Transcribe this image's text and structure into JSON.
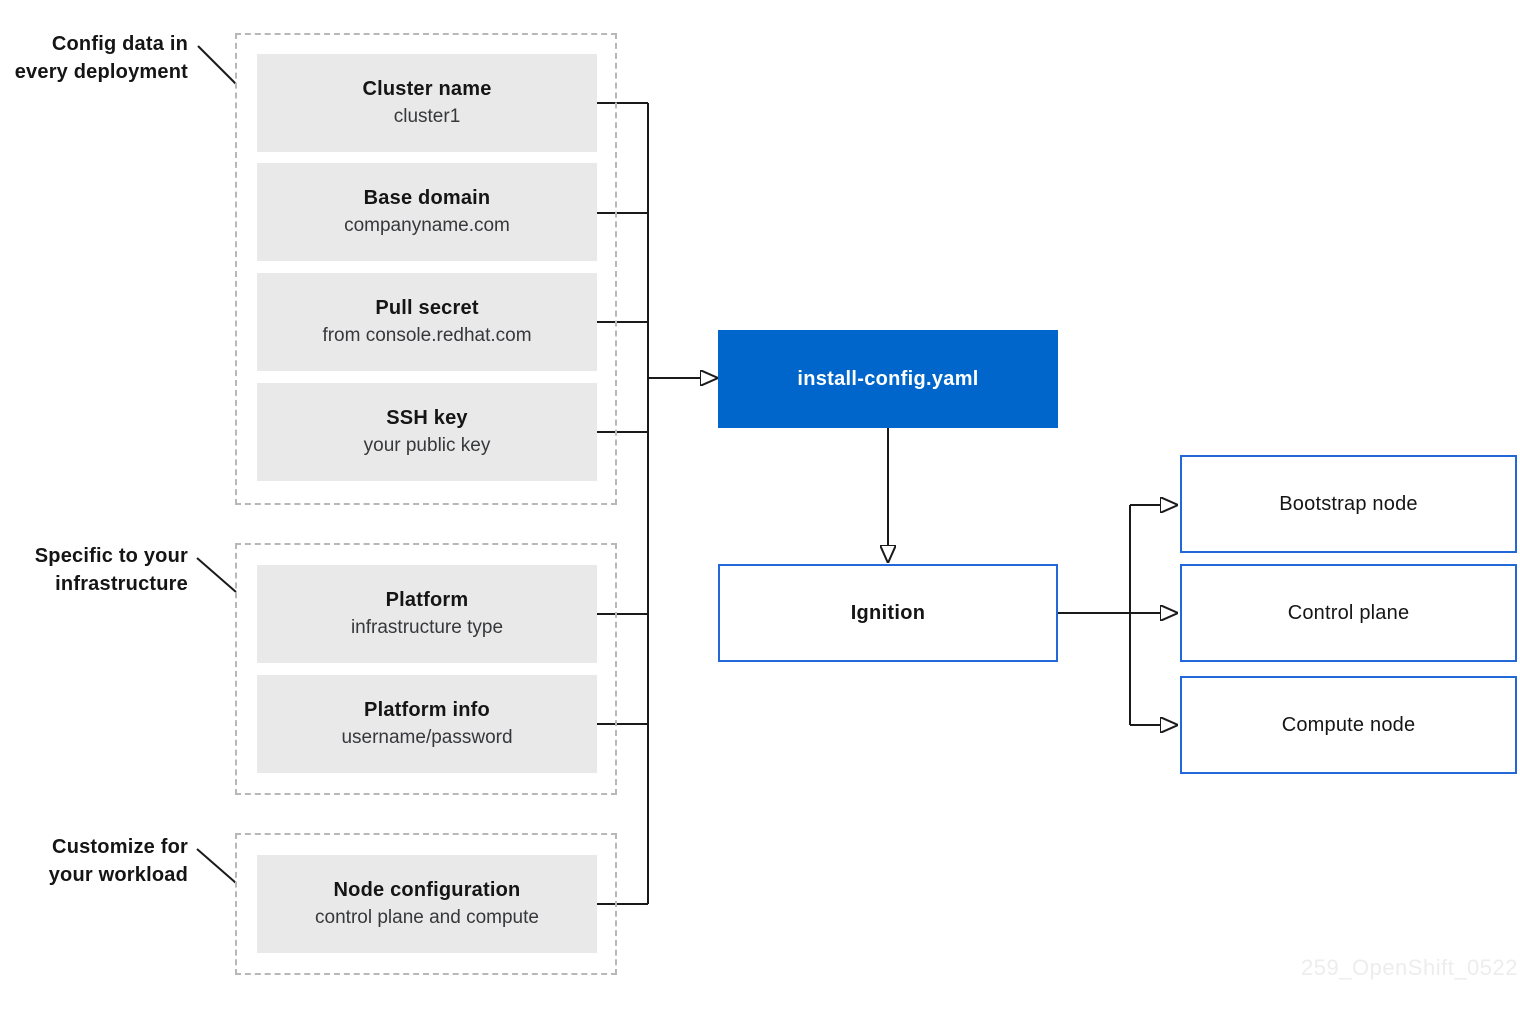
{
  "colors": {
    "accent_blue": "#0066cc",
    "outline_blue": "#2268d8",
    "box_gray": "#e9e9e9",
    "line_black": "#1a1a1a",
    "dashed_border_gray": "#b8b8b8",
    "watermark_gray": "#ededed"
  },
  "annotations": [
    {
      "line1": "Config data in",
      "line2": "every deployment"
    },
    {
      "line1": "Specific to your",
      "line2": "infrastructure"
    },
    {
      "line1": "Customize for",
      "line2": "your workload"
    }
  ],
  "config_items": [
    {
      "title": "Cluster name",
      "subtitle": "cluster1"
    },
    {
      "title": "Base domain",
      "subtitle": "companyname.com"
    },
    {
      "title": "Pull secret",
      "subtitle": "from console.redhat.com"
    },
    {
      "title": "SSH key",
      "subtitle": "your public key"
    },
    {
      "title": "Platform",
      "subtitle": "infrastructure type"
    },
    {
      "title": "Platform info",
      "subtitle": "username/password"
    },
    {
      "title": "Node configuration",
      "subtitle": "control plane and compute"
    }
  ],
  "flow": {
    "install_config_label": "install-config.yaml",
    "ignition_label": "Ignition"
  },
  "nodes": [
    {
      "label": "Bootstrap node"
    },
    {
      "label": "Control plane"
    },
    {
      "label": "Compute node"
    }
  ],
  "watermark": "259_OpenShift_0522"
}
